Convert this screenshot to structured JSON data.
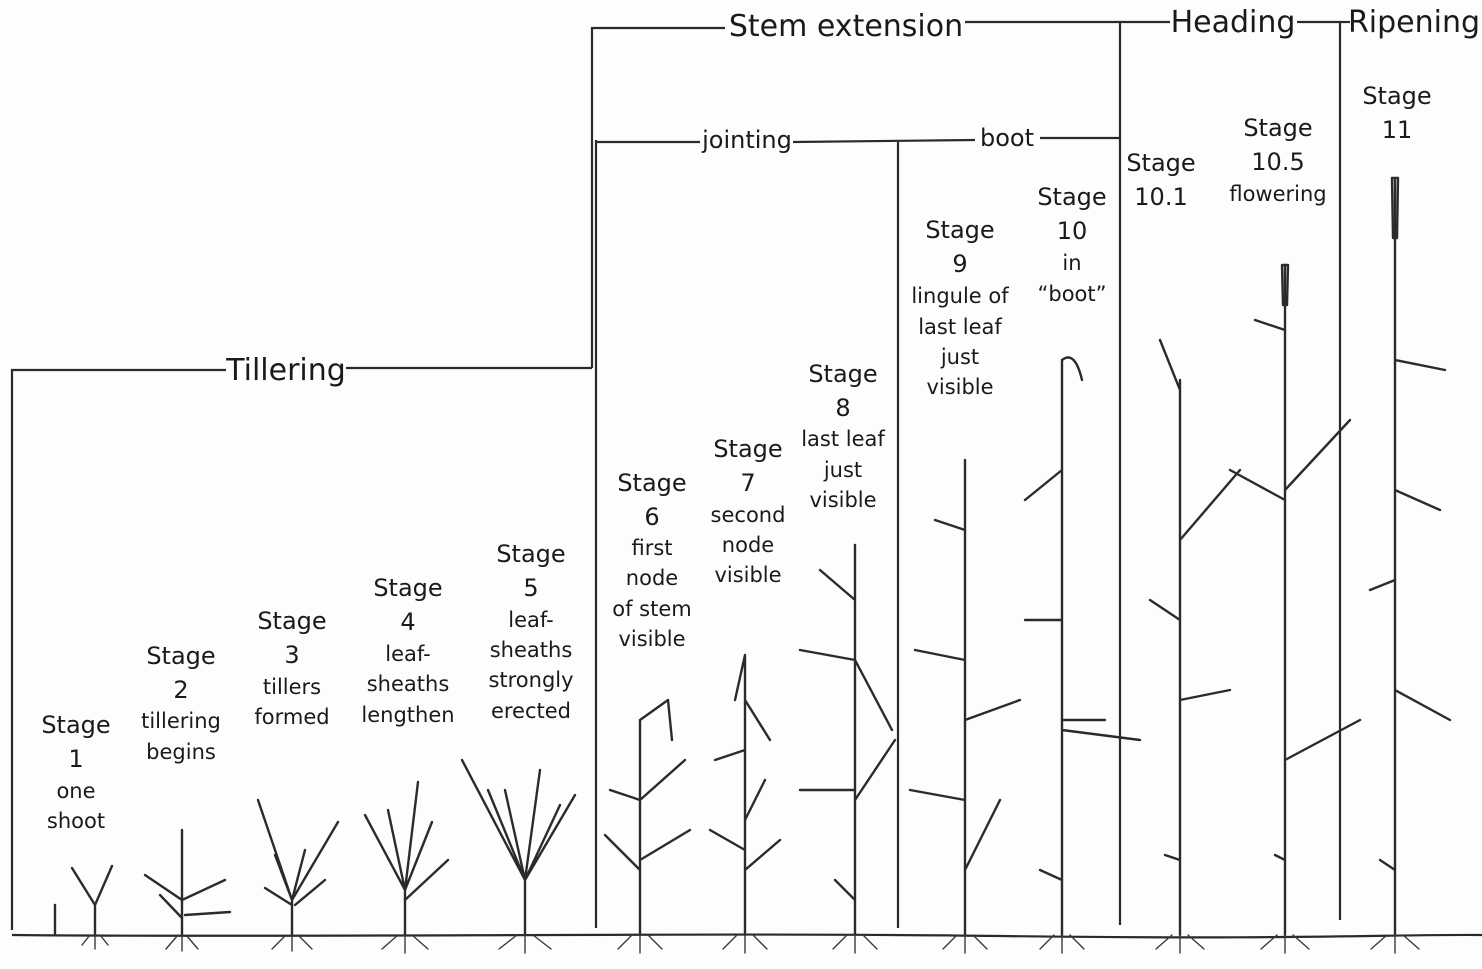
{
  "phases": {
    "tillering": "Tillering",
    "stem_extension": "Stem extension",
    "heading": "Heading",
    "ripening": "Ripening",
    "jointing": "jointing",
    "boot": "boot"
  },
  "stages": [
    {
      "label": "Stage",
      "number": "1",
      "desc": [
        "one",
        "shoot"
      ]
    },
    {
      "label": "Stage",
      "number": "2",
      "desc": [
        "tillering",
        "begins"
      ]
    },
    {
      "label": "Stage",
      "number": "3",
      "desc": [
        "tillers",
        "formed"
      ]
    },
    {
      "label": "Stage",
      "number": "4",
      "desc": [
        "leaf-",
        "sheaths",
        "lengthen"
      ]
    },
    {
      "label": "Stage",
      "number": "5",
      "desc": [
        "leaf-",
        "sheaths",
        "strongly",
        "erected"
      ]
    },
    {
      "label": "Stage",
      "number": "6",
      "desc": [
        "first",
        "node",
        "of stem",
        "visible"
      ]
    },
    {
      "label": "Stage",
      "number": "7",
      "desc": [
        "second",
        "node",
        "visible"
      ]
    },
    {
      "label": "Stage",
      "number": "8",
      "desc": [
        "last leaf",
        "just",
        "visible"
      ]
    },
    {
      "label": "Stage",
      "number": "9",
      "desc": [
        "lingule of",
        "last leaf",
        "just",
        "visible"
      ]
    },
    {
      "label": "Stage",
      "number": "10",
      "desc": [
        "in",
        "“boot”"
      ]
    },
    {
      "label": "Stage",
      "number": "10.1",
      "desc": []
    },
    {
      "label": "Stage",
      "number": "10.5",
      "desc": [
        "flowering"
      ]
    },
    {
      "label": "Stage",
      "number": "11",
      "desc": []
    }
  ]
}
